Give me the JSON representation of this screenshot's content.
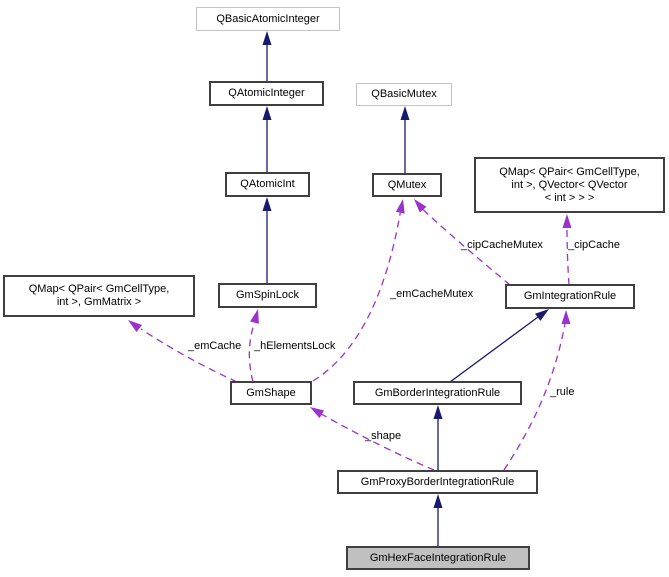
{
  "diagram": {
    "type": "class-collaboration-diagram",
    "colors": {
      "inheritance_edge": "#191970",
      "usage_edge": "#9a32cd",
      "focus_node_fill": "#c0c0c0",
      "node_border": "#3f3f3f",
      "external_node_border": "#c4c4c4"
    },
    "nodes": {
      "qbasicatomicinteger": {
        "label": "QBasicAtomicInteger"
      },
      "qatomicinteger": {
        "label": "QAtomicInteger"
      },
      "qbasicmutex": {
        "label": "QBasicMutex"
      },
      "qatomicint": {
        "label": "QAtomicInt"
      },
      "qmutex": {
        "label": "QMutex"
      },
      "qmap_vector": {
        "line1": "QMap< QPair< GmCellType,",
        "line2": "int >, QVector< QVector",
        "line3": "< int > > >"
      },
      "qmap_matrix": {
        "line1": "QMap< QPair< GmCellType,",
        "line2": "int >, GmMatrix >"
      },
      "gmspinlock": {
        "label": "GmSpinLock"
      },
      "gmintegrationrule": {
        "label": "GmIntegrationRule"
      },
      "gmshape": {
        "label": "GmShape"
      },
      "gmborderintegrationrule": {
        "label": "GmBorderIntegrationRule"
      },
      "gmproxyborderintegrationrule": {
        "label": "GmProxyBorderIntegrationRule"
      },
      "gmhexfaceintegrationrule": {
        "label": "GmHexFaceIntegrationRule"
      }
    },
    "edge_labels": {
      "emcache": "_emCache",
      "helementslock": "_hElementsLock",
      "emcachemutex": "_emCacheMutex",
      "cipcachemutex": "_cipCacheMutex",
      "cipcache": "_cipCache",
      "shape": "_shape",
      "rule": "_rule"
    }
  }
}
